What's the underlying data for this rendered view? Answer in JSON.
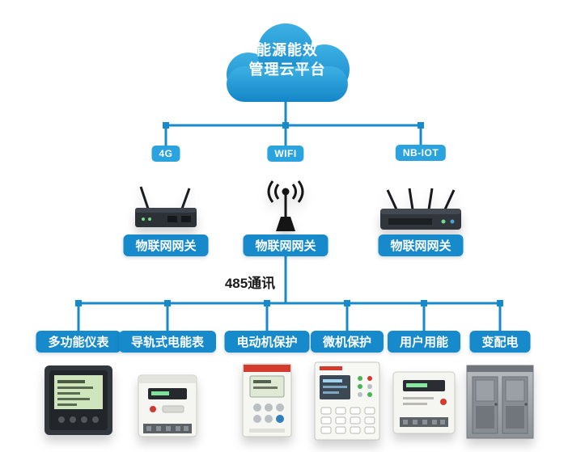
{
  "colors": {
    "line_blue": "#178acb",
    "label_blue": "#178acb",
    "badge_blue": "#2aa3de",
    "cloud_blue_top": "#3db0e4",
    "cloud_blue_bottom": "#1486c8",
    "accent_red": "#d43a2e",
    "text_dark": "#1c1c1c"
  },
  "cloud": {
    "line1": "能源能效",
    "line2": "管理云平台"
  },
  "gateways": [
    {
      "badge": "4G",
      "label": "物联网网关",
      "device_icon": "4g-router"
    },
    {
      "badge": "WIFI",
      "label": "物联网网关",
      "device_icon": "wifi-antenna"
    },
    {
      "badge": "NB-IOT",
      "label": "物联网网关",
      "device_icon": "nbiot-router"
    }
  ],
  "bus": {
    "label": "485通讯"
  },
  "branches": [
    {
      "label": "多功能仪表",
      "device_icon": "multifunction-meter"
    },
    {
      "label": "导轨式电能表",
      "device_icon": "din-rail-energy-meter"
    },
    {
      "label": "电动机保护",
      "device_icon": "motor-protection-device"
    },
    {
      "label": "微机保护",
      "device_icon": "microprocessor-protection-device"
    },
    {
      "label": "用户用能",
      "device_icon": "consumer-energy-meter"
    },
    {
      "label": "变配电",
      "device_icon": "power-distribution-cabinet"
    }
  ]
}
